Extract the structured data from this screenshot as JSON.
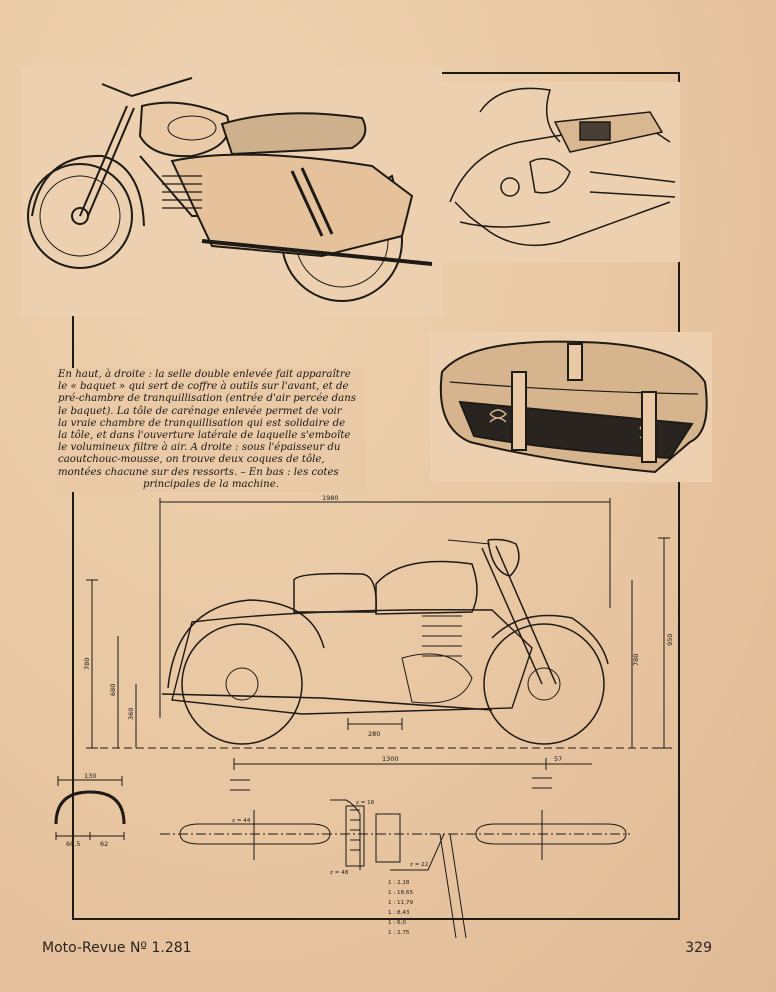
{
  "caption": {
    "lines": [
      "En haut, à droite : la selle double enlevée fait apparaître",
      "le « baquet » qui sert de coffre à outils sur l'avant, et de",
      "pré-chambre de tranquillisation (entrée d'air percée dans",
      "le baquet). La tôle de carénage enlevée permet de voir",
      "la vraie chambre de tranquillisation qui est solidaire de",
      "la tôle, et dans l'ouverture latérale de laquelle s'emboîte",
      "le volumineux filtre à air. A droite : sous l'épaisseur du",
      "caoutchouc-mousse, on trouve deux coques de tôle,",
      "montées chacune sur des ressorts. – En bas : les cotes"
    ],
    "last_line": "principales de la machine."
  },
  "dimensions": {
    "overall_length": "1980",
    "wheelbase": "1300",
    "overall_height": "950",
    "height_left": "780",
    "height_right": "780",
    "seat_height": "680",
    "axle_height": "360",
    "engine_width": "280",
    "rear_offset": "57",
    "mudguard_width": "130",
    "mudguard_left": "60.5",
    "mudguard_right": "62"
  },
  "gear_labels": {
    "z_44": "z = 44",
    "z_16": "z = 16",
    "z_48": "z = 48",
    "z_22": "z = 22",
    "ratios": [
      "1 : 2,18",
      "1 : 18,65",
      "1 : 11,79",
      "1 : 8,43",
      "1 : 6,0",
      "1 : 2,75"
    ]
  },
  "footer": {
    "publication": "Moto-Revue  Nº  1.281",
    "page_number": "329"
  }
}
